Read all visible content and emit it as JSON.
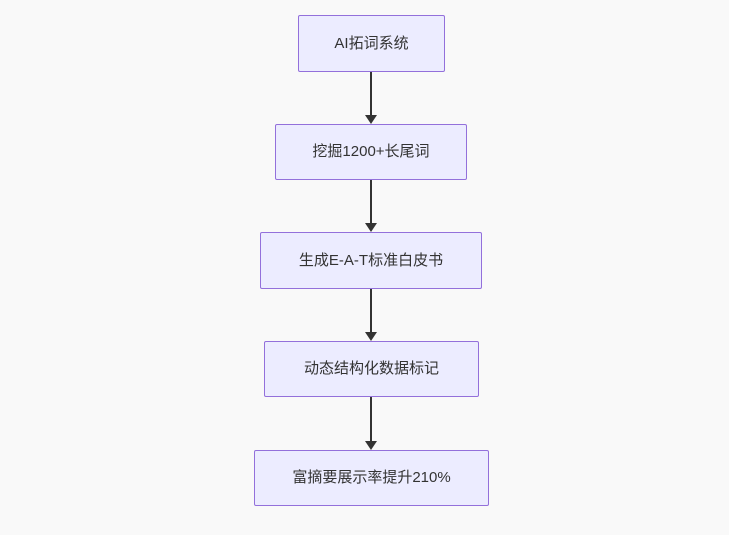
{
  "flowchart": {
    "type": "flowchart",
    "direction": "top-down",
    "colors": {
      "canvas_bg": "#f9f9f9",
      "node_fill": "#ECECFF",
      "node_border": "#9370DB",
      "arrow_color": "#333333",
      "text_color": "#333333"
    },
    "nodes": [
      {
        "id": "node-1",
        "label": "AI拓词系统"
      },
      {
        "id": "node-2",
        "label": "挖掘1200+长尾词"
      },
      {
        "id": "node-3",
        "label": "生成E-A-T标准白皮书"
      },
      {
        "id": "node-4",
        "label": "动态结构化数据标记"
      },
      {
        "id": "node-5",
        "label": "富摘要展示率提升210%"
      }
    ],
    "edges": [
      {
        "from": "node-1",
        "to": "node-2"
      },
      {
        "from": "node-2",
        "to": "node-3"
      },
      {
        "from": "node-3",
        "to": "node-4"
      },
      {
        "from": "node-4",
        "to": "node-5"
      }
    ]
  }
}
